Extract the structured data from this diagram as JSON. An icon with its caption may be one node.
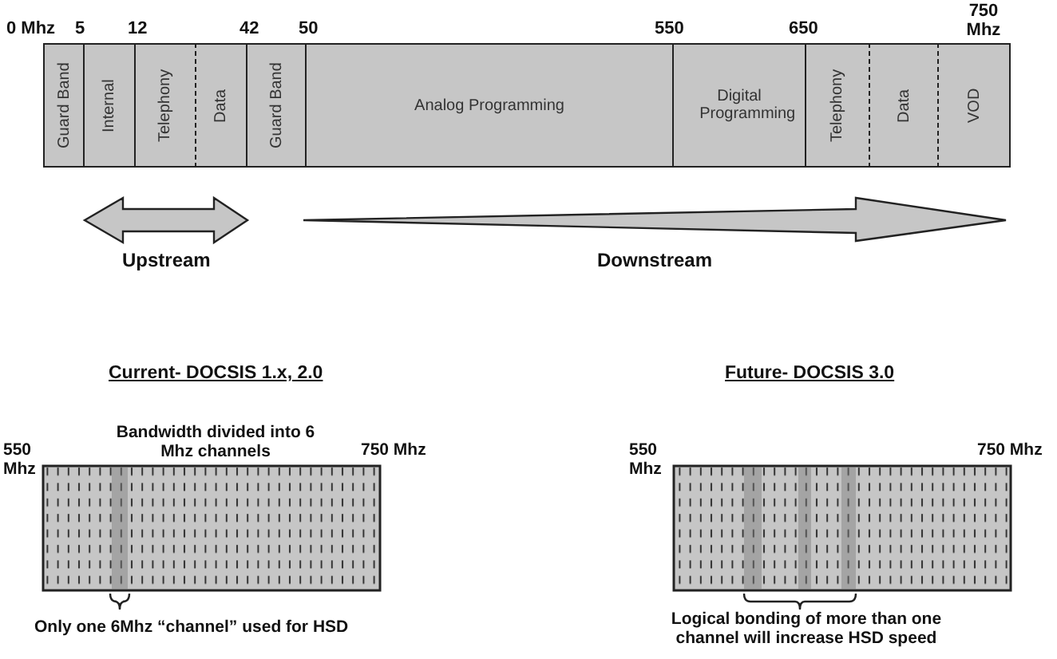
{
  "diagram": {
    "nodes": [
      {
        "text": [
          "Guard Band"
        ]
      },
      {
        "text": [
          "Internal"
        ]
      },
      {
        "text": [
          "Telephony"
        ]
      },
      {
        "text": [
          "Data"
        ]
      },
      {
        "text": [
          "Guard Band"
        ]
      },
      {
        "text": [
          "Analog Programming"
        ]
      },
      {
        "text": [
          "Digital Programming"
        ]
      },
      {
        "text": [
          "Telephony"
        ]
      },
      {
        "text": [
          "Data"
        ]
      },
      {
        "text": [
          "VOD"
        ]
      }
    ],
    "labels": [
      "0 Mhz",
      "5",
      "12",
      "42",
      "50",
      "550",
      "650",
      "750 Mhz",
      "Upstream",
      "Downstream",
      "Current- DOCSIS 1.x, 2.0",
      "Future- DOCSIS 3.0",
      "550 Mhz",
      "Bandwidth divided into 6 Mhz channels",
      "750 Mhz",
      "550 Mhz",
      "750 Mhz",
      "Only one 6Mhz “channel” used for HSD",
      "Logical bonding of more than one channel will increase HSD speed"
    ]
  }
}
